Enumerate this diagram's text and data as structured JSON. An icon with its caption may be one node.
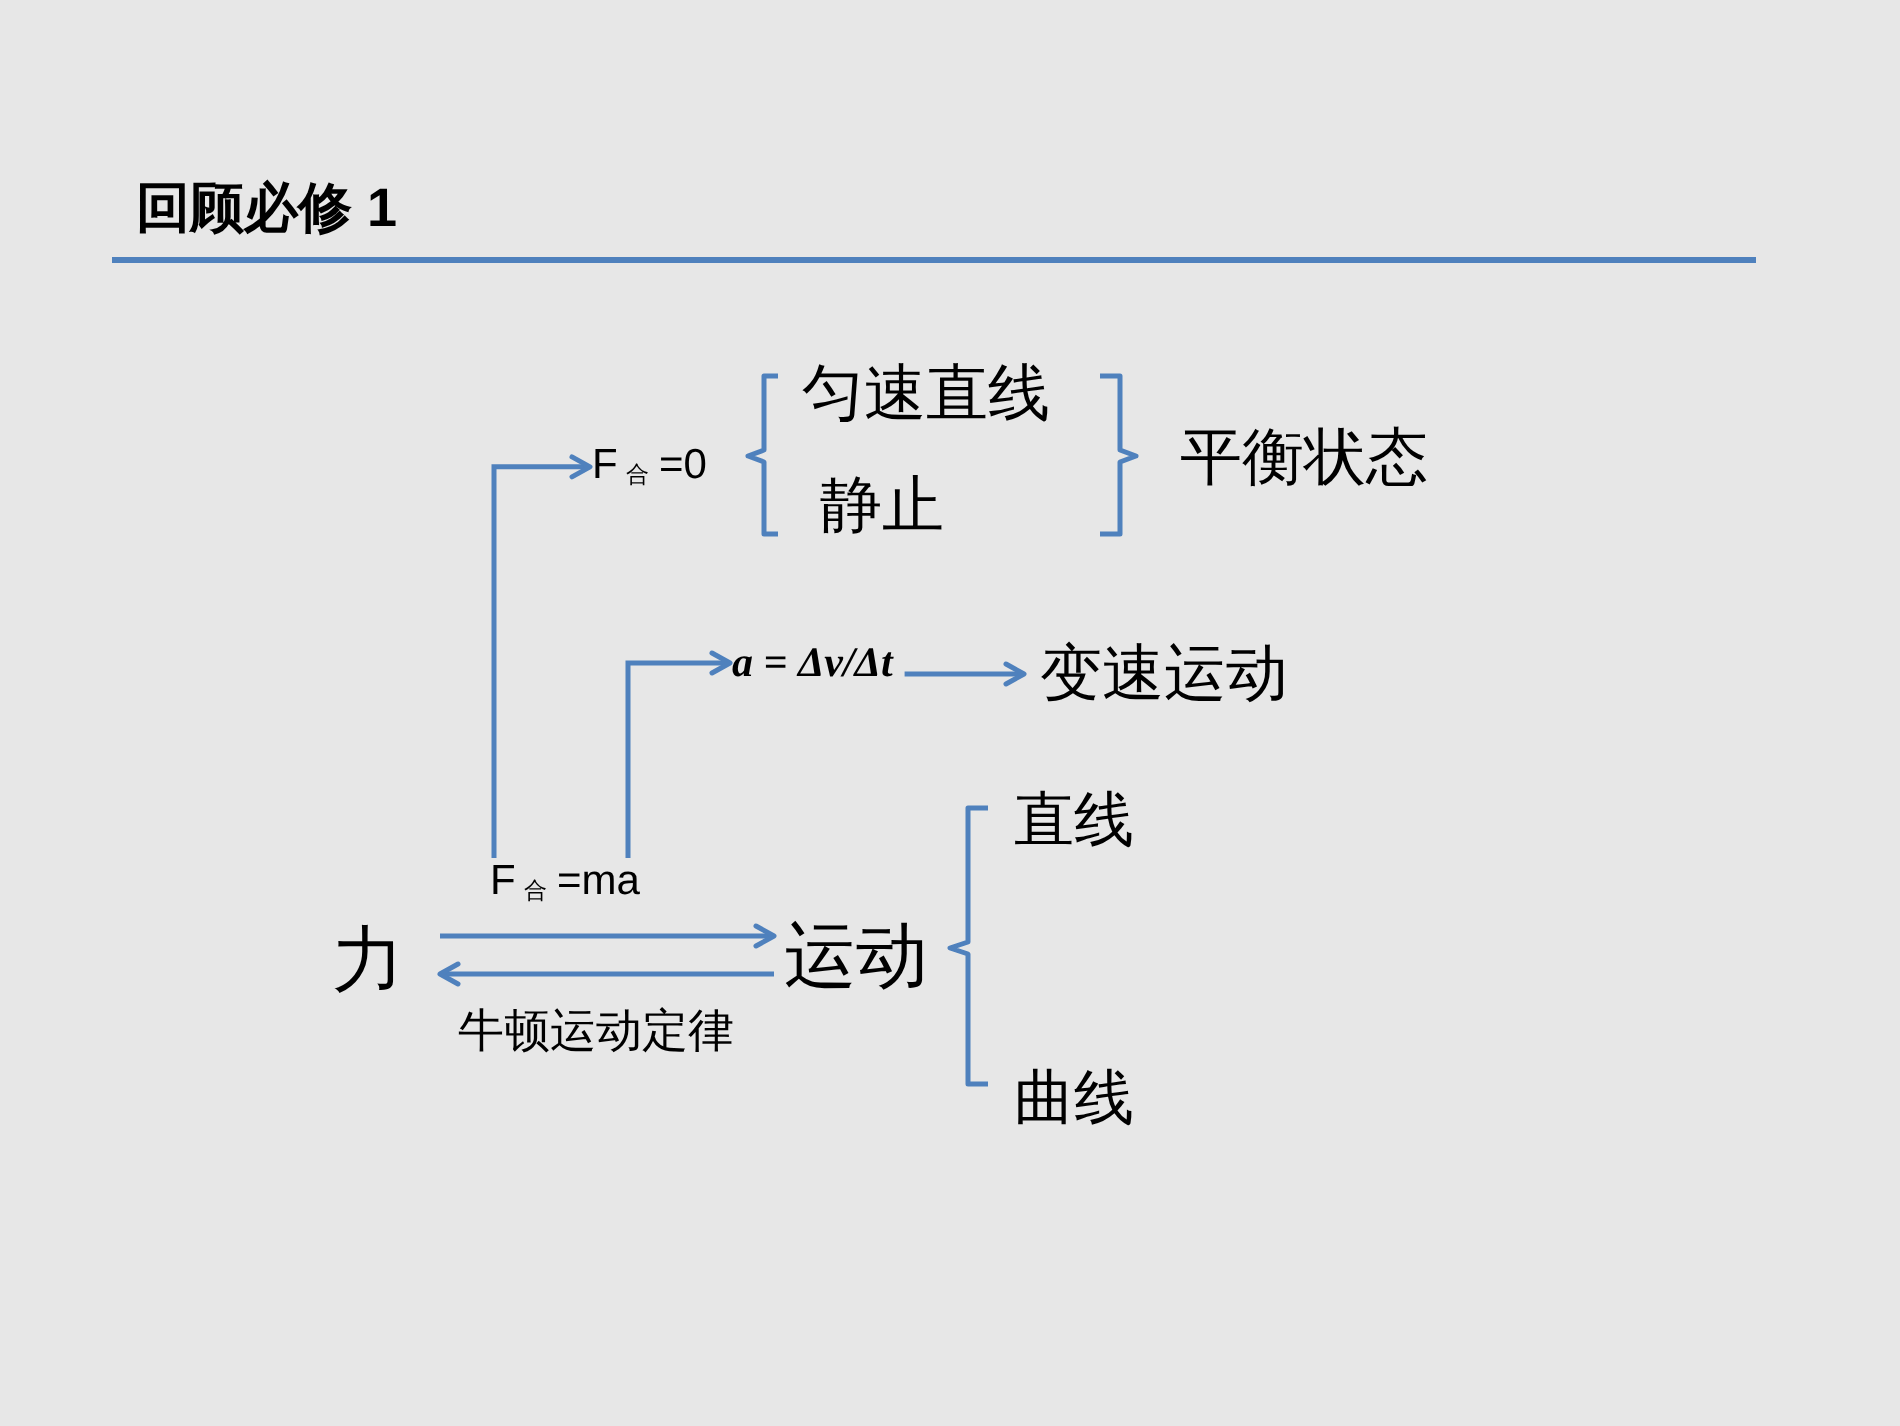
{
  "diagram": {
    "title": "回顾必修 1",
    "nodes": [
      {
        "text": [
          "F$_{合}$=0"
        ]
      },
      {
        "text": [
          "匀速直线"
        ]
      },
      {
        "text": [
          "静止"
        ]
      },
      {
        "text": [
          "平衡状态"
        ]
      },
      {
        "text": [
          "a = Δv/Δt"
        ]
      },
      {
        "text": [
          "变速运动"
        ]
      },
      {
        "text": [
          "直线"
        ]
      },
      {
        "text": [
          "F$_{合}$=ma"
        ]
      },
      {
        "text": [
          "力"
        ]
      },
      {
        "text": [
          "运动"
        ]
      },
      {
        "text": [
          "曲线"
        ]
      }
    ],
    "edges": [
      {
        "from": 7,
        "to": 0,
        "arrow": "to"
      },
      {
        "from": 7,
        "to": 4,
        "arrow": "to"
      },
      {
        "from": 4,
        "to": 5,
        "arrow": "to"
      },
      {
        "from": 8,
        "to": 9,
        "arrow": "to"
      },
      {
        "from": 9,
        "to": 8,
        "arrow": "to",
        "label": "牛顿运动定律"
      }
    ]
  }
}
